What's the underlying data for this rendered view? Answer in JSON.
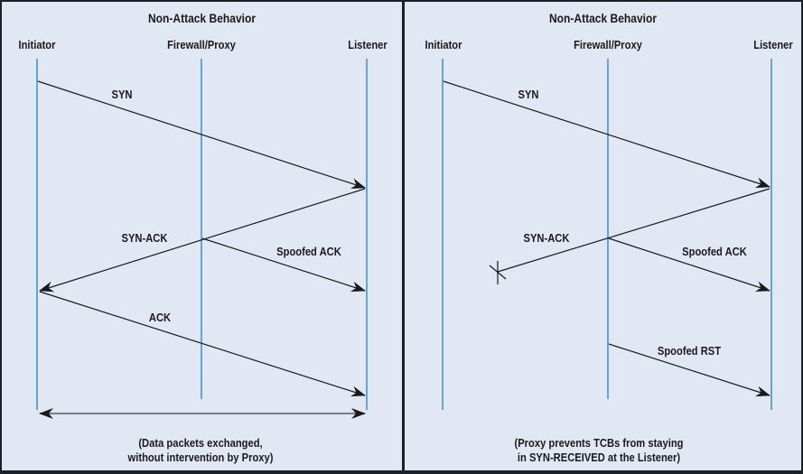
{
  "colors": {
    "background": "#e1e8f4",
    "frame": "#1c2126",
    "lifeline": "#3b8ed0",
    "arrow": "#1a1a1a",
    "data_arrow": "#7a7f86"
  },
  "panels": [
    {
      "title": "Non-Attack Behavior",
      "lifelines": [
        "Initiator",
        "Firewall/Proxy",
        "Listener"
      ],
      "messages": [
        {
          "label": "SYN",
          "from": "Initiator",
          "to": "Listener"
        },
        {
          "label": "SYN-ACK",
          "from": "Listener",
          "to": "Initiator"
        },
        {
          "label": "Spoofed ACK",
          "from": "Firewall/Proxy",
          "to": "Listener"
        },
        {
          "label": "ACK",
          "from": "Initiator",
          "to": "Listener"
        }
      ],
      "data_exchange": "bidirectional Initiator <-> Listener",
      "caption_line1": "(Data packets exchanged,",
      "caption_line2": "without intervention by Proxy)"
    },
    {
      "title": "Non-Attack Behavior",
      "lifelines": [
        "Initiator",
        "Firewall/Proxy",
        "Listener"
      ],
      "messages": [
        {
          "label": "SYN",
          "from": "Initiator",
          "to": "Listener"
        },
        {
          "label": "SYN-ACK",
          "from": "Listener",
          "to": "Initiator",
          "terminated": "lost before Initiator"
        },
        {
          "label": "Spoofed ACK",
          "from": "Firewall/Proxy",
          "to": "Listener"
        },
        {
          "label": "Spoofed RST",
          "from": "Firewall/Proxy",
          "to": "Listener"
        }
      ],
      "caption_line1": "(Proxy prevents TCBs from staying",
      "caption_line2": "in SYN-RECEIVED at the Listener)"
    }
  ]
}
